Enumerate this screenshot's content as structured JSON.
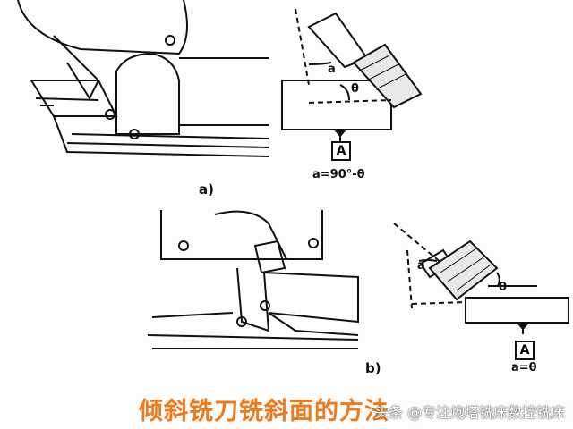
{
  "figure_a": {
    "label": "a)",
    "angle_label": "a",
    "theta_label": "θ",
    "datum": "A",
    "formula": "a=90°-θ"
  },
  "figure_b": {
    "label": "b)",
    "angle_label": "a",
    "theta_label": "θ",
    "datum": "A",
    "formula": "a=θ"
  },
  "caption": "倾斜铣刀铣斜面的方法",
  "watermark": "头条 @专注炮塔铣床数控铣床",
  "colors": {
    "caption": "#f07a1a",
    "ink": "#111111"
  }
}
